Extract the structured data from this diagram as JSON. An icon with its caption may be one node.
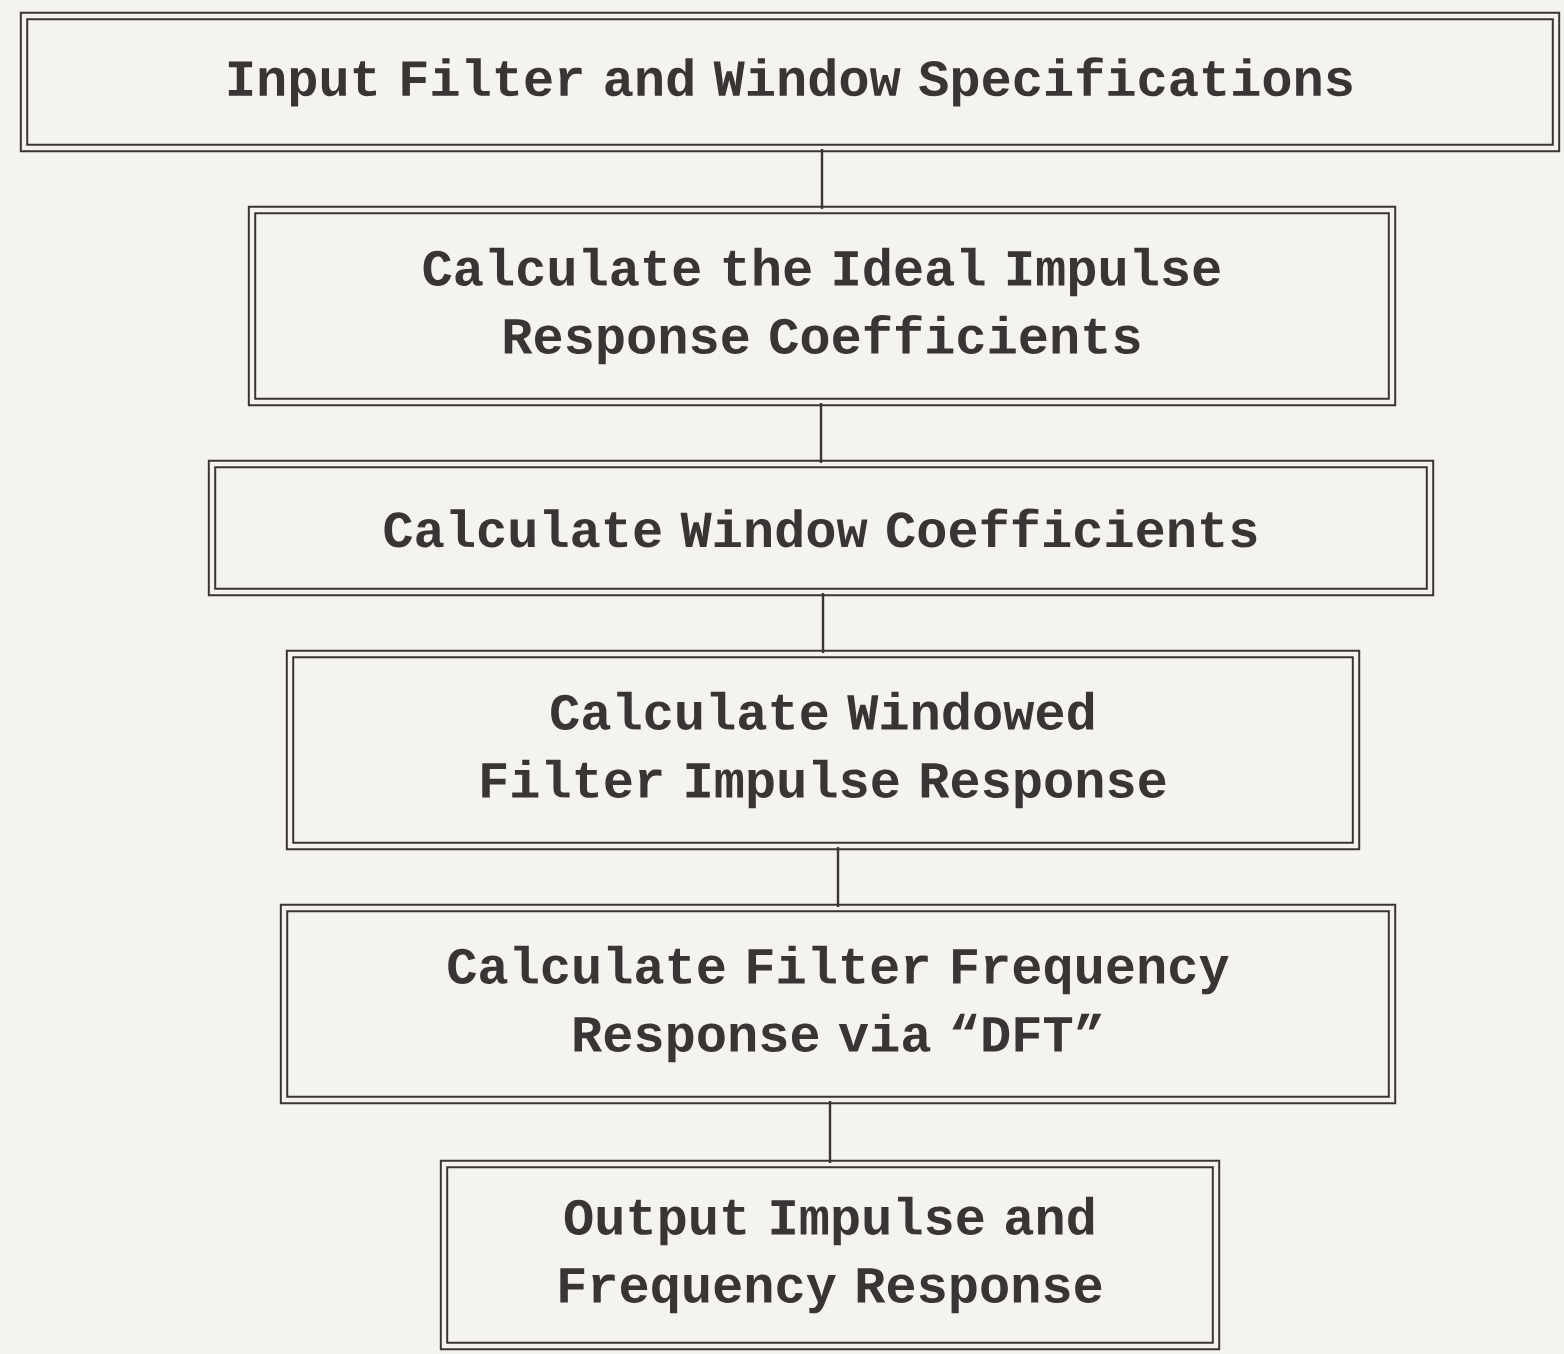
{
  "diagram": {
    "nodes": [
      {
        "text": [
          "Input Filter and Window Specifications"
        ]
      },
      {
        "text": [
          "Calculate the Ideal Impulse Response Coefficients"
        ]
      },
      {
        "text": [
          "Calculate Window Coefficients"
        ]
      },
      {
        "text": [
          "Calculate Windowed Filter Impulse Response"
        ]
      },
      {
        "text": [
          "Calculate Filter Frequency Response via “DFT”"
        ]
      },
      {
        "text": [
          "Output Impulse and Frequency Response"
        ]
      }
    ],
    "edges": [
      {
        "from": 0,
        "to": 1,
        "arrow": "none"
      },
      {
        "from": 1,
        "to": 2,
        "arrow": "none"
      },
      {
        "from": 2,
        "to": 3,
        "arrow": "none"
      },
      {
        "from": 3,
        "to": 4,
        "arrow": "none"
      },
      {
        "from": 4,
        "to": 5,
        "arrow": "none"
      }
    ]
  }
}
